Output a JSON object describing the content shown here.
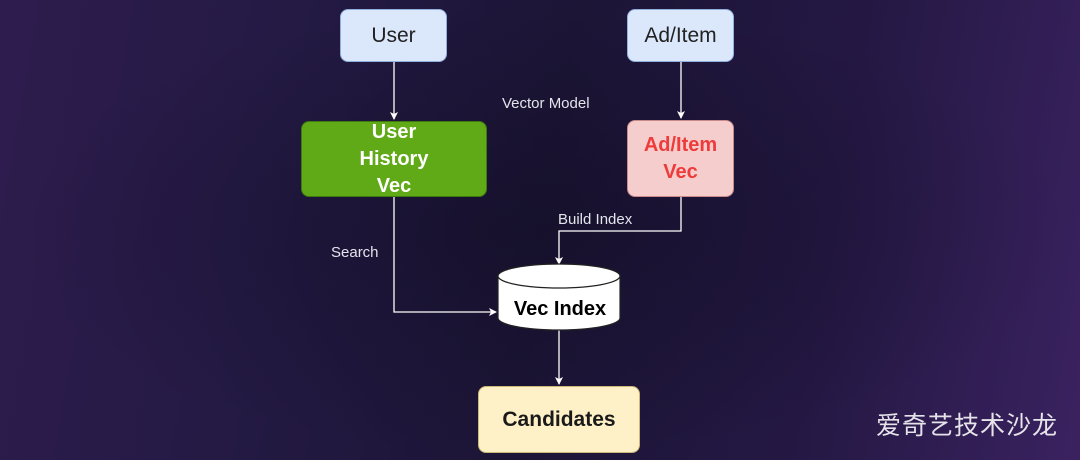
{
  "nodes": {
    "user": "User",
    "ad_item": "Ad/Item",
    "user_history_vec": [
      "User",
      "History",
      "Vec"
    ],
    "ad_item_vec": [
      "Ad/Item",
      "Vec"
    ],
    "vec_index": "Vec Index",
    "candidates": "Candidates"
  },
  "edge_labels": {
    "vector_model": "Vector Model",
    "build_index": "Build Index",
    "search": "Search"
  },
  "watermark": "爱奇艺技术沙龙",
  "colors": {
    "input_fill": "#dbe8fb",
    "user_vec_fill": "#60a917",
    "item_vec_fill": "#f6cdcd",
    "item_vec_text": "#ee3b3b",
    "candidates_fill": "#fff1c7",
    "edge_stroke": "#ffffff"
  }
}
